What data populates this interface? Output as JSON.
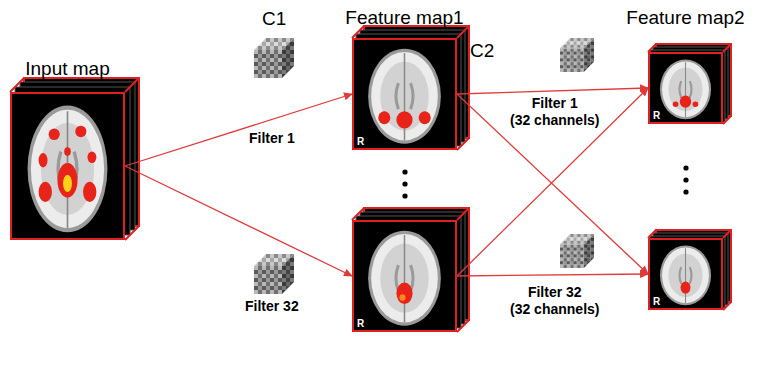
{
  "diagram": {
    "nodes": [
      {
        "text": [
          "Input map"
        ]
      },
      {
        "text": [
          "Feature map1",
          "R"
        ]
      },
      {
        "text": [
          "R"
        ]
      },
      {
        "text": [
          "Feature map2",
          "R"
        ]
      },
      {
        "text": [
          "R"
        ]
      }
    ],
    "edges": [
      {
        "from": 0,
        "to": 1,
        "arrow": "to",
        "label": "Filter 1"
      },
      {
        "from": 0,
        "to": 2,
        "arrow": "to",
        "label": "Filter 32"
      },
      {
        "from": 1,
        "to": 3,
        "arrow": "to",
        "label": "Filter 1 (32 channels)"
      },
      {
        "from": 1,
        "to": 4,
        "arrow": "to"
      },
      {
        "from": 2,
        "to": 3,
        "arrow": "to"
      },
      {
        "from": 2,
        "to": 4,
        "arrow": "to",
        "label": "Filter 32 (32 channels)"
      }
    ],
    "labels": [
      "C1",
      "C2"
    ]
  }
}
